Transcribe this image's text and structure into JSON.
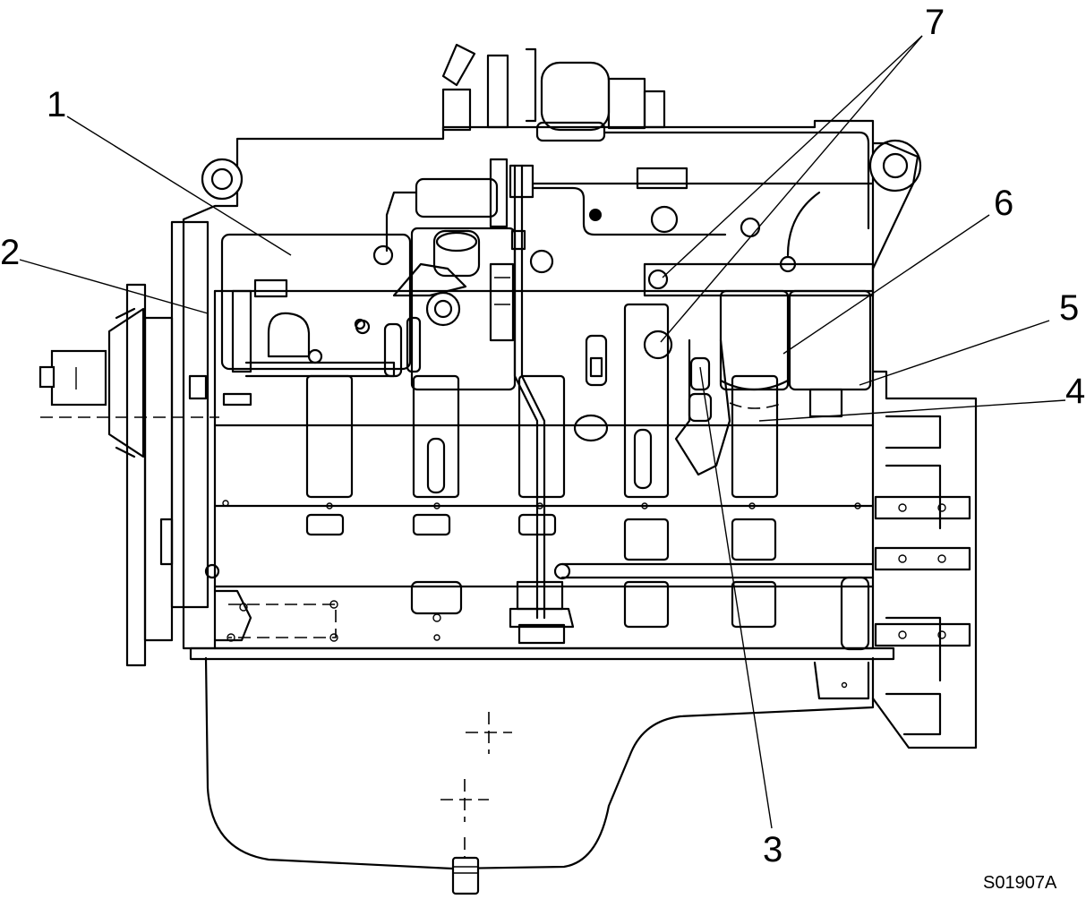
{
  "diagram": {
    "callouts": [
      {
        "id": "1",
        "label": "1"
      },
      {
        "id": "2",
        "label": "2"
      },
      {
        "id": "3",
        "label": "3"
      },
      {
        "id": "4",
        "label": "4"
      },
      {
        "id": "5",
        "label": "5"
      },
      {
        "id": "6",
        "label": "6"
      },
      {
        "id": "7",
        "label": "7"
      }
    ],
    "figure_code": "S01907A",
    "line_color": "#000000",
    "background_color": "#ffffff"
  }
}
